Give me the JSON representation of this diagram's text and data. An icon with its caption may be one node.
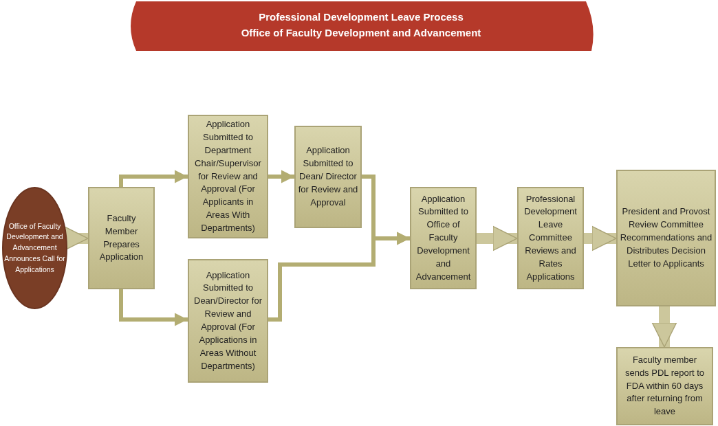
{
  "diagram": {
    "title": "Professional Development Leave Process",
    "labels": [
      "Office of Faculty Development and Advancement"
    ],
    "nodes": [
      {
        "text": [
          "Office of Faculty Development and Advancement Announces Call for Applications"
        ]
      },
      {
        "text": [
          "Faculty Member Prepares Application"
        ]
      },
      {
        "text": [
          "Application Submitted to Department Chair/Supervisor for Review and Approval (For Applicants in Areas With Departments)"
        ]
      },
      {
        "text": [
          "Application Submitted to Dean/ Director for Review and Approval"
        ]
      },
      {
        "text": [
          "Application Submitted to Dean/Director for Review and Approval (For Applications in Areas Without Departments)"
        ]
      },
      {
        "text": [
          "Application Submitted to Office of Faculty Development and Advancement"
        ]
      },
      {
        "text": [
          "Professional Development Leave Committee Reviews and Rates Applications"
        ]
      },
      {
        "text": [
          "President and Provost Review Committee Recommendations and Distributes Decision Letter to Applicants"
        ]
      },
      {
        "text": [
          "Faculty member sends PDL report to FDA within 60 days after returning from leave"
        ]
      }
    ],
    "edges": [
      {
        "from": 0,
        "to": 1,
        "arrow": "to",
        "style": "thick",
        "color": "#ccc79c"
      },
      {
        "from": 1,
        "to": 2,
        "arrow": "to"
      },
      {
        "from": 1,
        "to": 4,
        "arrow": "to"
      },
      {
        "from": 2,
        "to": 3,
        "arrow": "to"
      },
      {
        "from": 3,
        "to": 5,
        "arrow": "to"
      },
      {
        "from": 4,
        "to": 5,
        "arrow": "to"
      },
      {
        "from": 5,
        "to": 6,
        "arrow": "to",
        "style": "thick",
        "color": "#ccc79c"
      },
      {
        "from": 6,
        "to": 7,
        "arrow": "to",
        "style": "thick",
        "color": "#ccc79c"
      },
      {
        "from": 7,
        "to": 8,
        "arrow": "to",
        "style": "thick",
        "color": "#ccc79c"
      }
    ]
  }
}
